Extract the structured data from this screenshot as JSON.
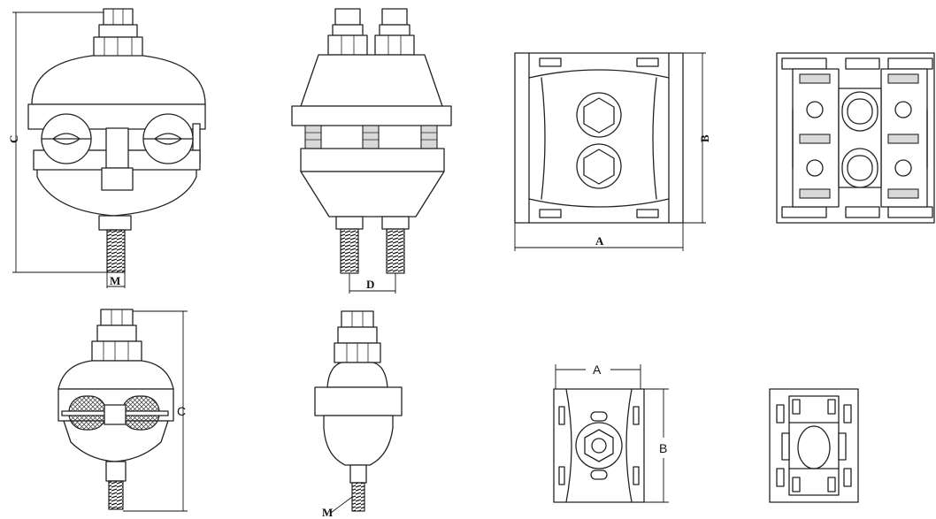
{
  "drawings": {
    "large_front": {
      "label_c": "C",
      "label_m": "M"
    },
    "large_side": {
      "label_d": "D"
    },
    "large_top": {
      "label_a": "A",
      "label_b": "B"
    },
    "small_front": {
      "label_c": "C"
    },
    "small_side": {
      "label_m": "M"
    },
    "small_top": {
      "label_a": "A",
      "label_b": "B"
    }
  },
  "colors": {
    "line": "#222222",
    "background": "#ffffff",
    "hatch": "#d9d9d9"
  }
}
